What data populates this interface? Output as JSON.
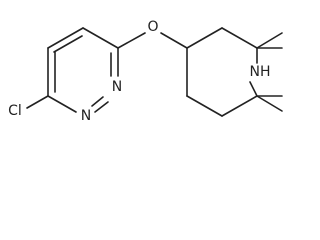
{
  "molecule": {
    "atoms": {
      "chlorine": "Cl",
      "oxygen": "O",
      "nitrogen_ring_1": "N",
      "nitrogen_ring_2": "N",
      "piperidine_nh": "NH"
    },
    "colors": {
      "bond": "#222222",
      "text": "#222222",
      "background": "#ffffff"
    }
  }
}
